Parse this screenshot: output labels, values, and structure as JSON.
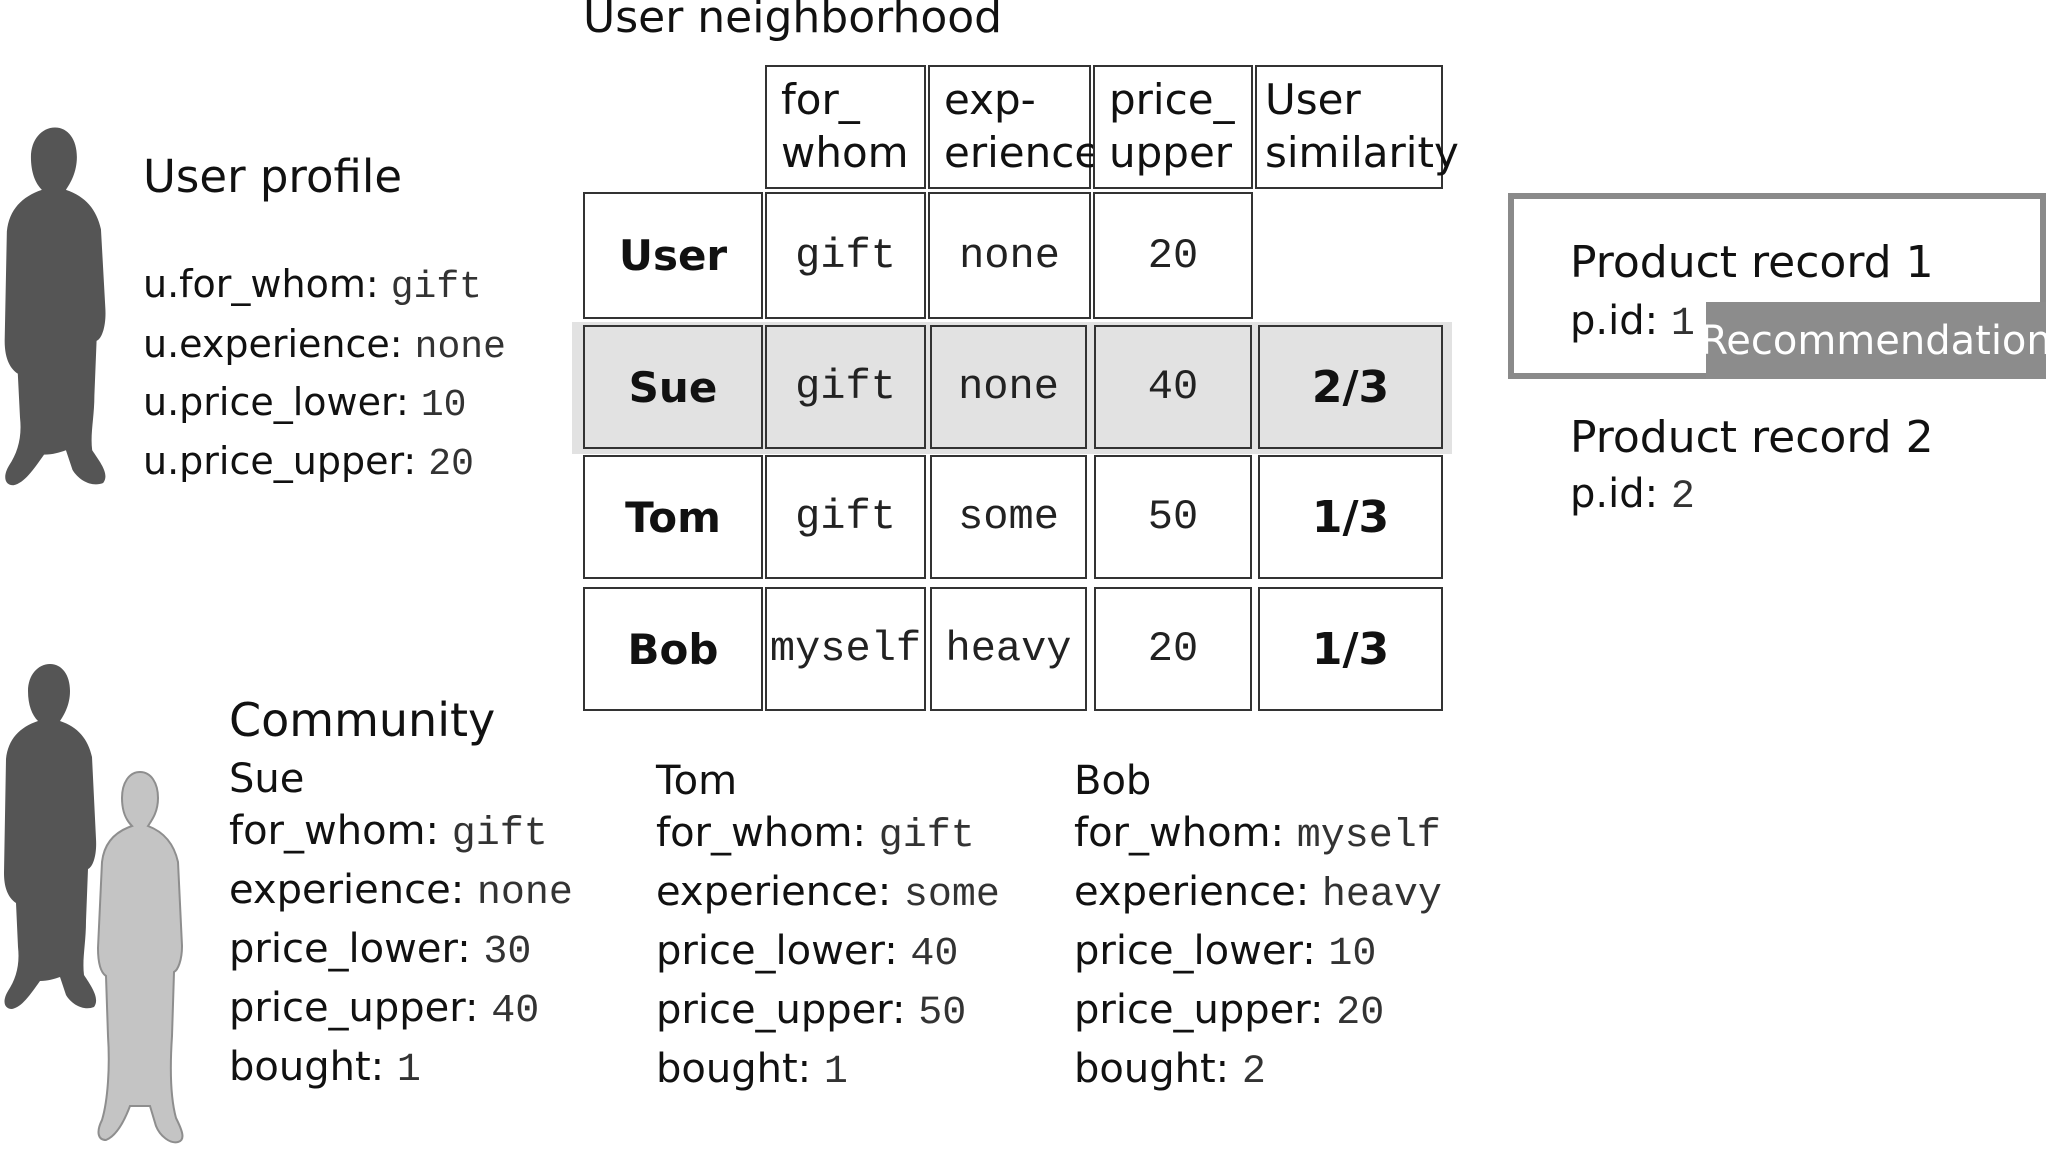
{
  "user_profile": {
    "title": "User profile",
    "fields": [
      {
        "key": "u.for_whom: ",
        "value": "gift"
      },
      {
        "key": "u.experience: ",
        "value": "none"
      },
      {
        "key": "u.price_lower: ",
        "value": "10"
      },
      {
        "key": "u.price_upper: ",
        "value": "20"
      }
    ]
  },
  "neighborhood": {
    "title": "User neighborhood",
    "headers": [
      "for_\nwhom",
      "exp-\nerience",
      "price_\nupper",
      "User\nsimilarity"
    ],
    "rows": [
      {
        "name": "User",
        "values": [
          "gift",
          "none",
          "20"
        ],
        "similarity": ""
      },
      {
        "name": "Sue",
        "values": [
          "gift",
          "none",
          "40"
        ],
        "similarity": "2/3"
      },
      {
        "name": "Tom",
        "values": [
          "gift",
          "some",
          "50"
        ],
        "similarity": "1/3"
      },
      {
        "name": "Bob",
        "values": [
          "myself",
          "heavy",
          "20"
        ],
        "similarity": "1/3"
      }
    ]
  },
  "products": [
    {
      "title": "Product record 1",
      "id_label": "p.id: ",
      "id": "1",
      "badge": "Recommendation"
    },
    {
      "title": "Product record 2",
      "id_label": "p.id: ",
      "id": "2"
    }
  ],
  "community": {
    "title": "Community",
    "members": [
      {
        "name": "Sue",
        "fields": [
          {
            "key": "for_whom: ",
            "value": "gift"
          },
          {
            "key": "experience: ",
            "value": "none"
          },
          {
            "key": "price_lower: ",
            "value": "30"
          },
          {
            "key": "price_upper: ",
            "value": "40"
          },
          {
            "key": "bought: ",
            "value": "1"
          }
        ]
      },
      {
        "name": "Tom",
        "fields": [
          {
            "key": "for_whom: ",
            "value": "gift"
          },
          {
            "key": "experience: ",
            "value": "some"
          },
          {
            "key": "price_lower: ",
            "value": "40"
          },
          {
            "key": "price_upper: ",
            "value": "50"
          },
          {
            "key": "bought: ",
            "value": "1"
          }
        ]
      },
      {
        "name": "Bob",
        "fields": [
          {
            "key": "for_whom: ",
            "value": "myself"
          },
          {
            "key": "experience: ",
            "value": "heavy"
          },
          {
            "key": "price_lower: ",
            "value": "10"
          },
          {
            "key": "price_upper: ",
            "value": "20"
          },
          {
            "key": "bought: ",
            "value": "2"
          }
        ]
      }
    ]
  },
  "colors": {
    "dark_figure": "#555555",
    "light_figure": "#c4c4c4",
    "highlight_row": "#e2e2e2",
    "recommendation_badge": "#8c8c8c"
  },
  "icons": [
    "dark-person-figure-icon",
    "dark-person-figure-icon",
    "light-person-figure-icon"
  ]
}
